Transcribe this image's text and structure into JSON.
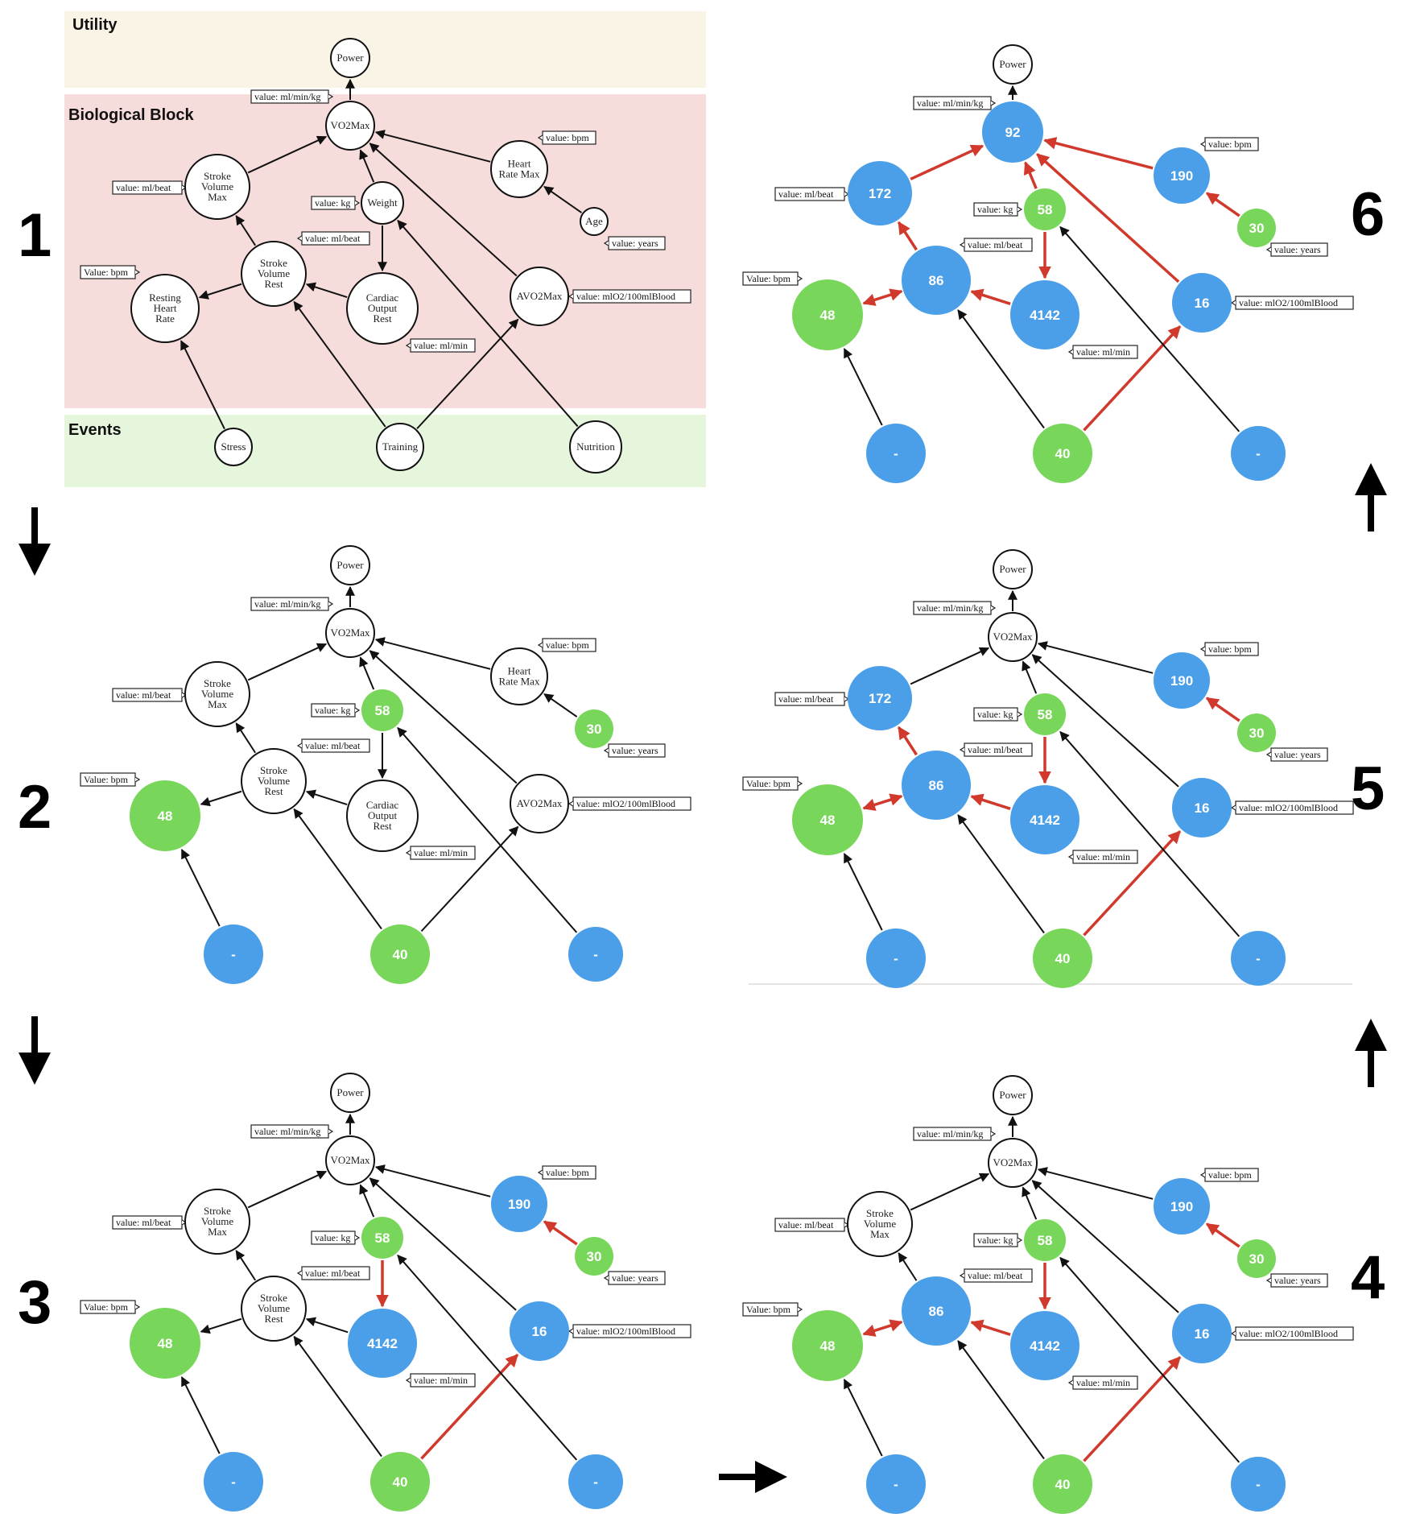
{
  "bands": {
    "utility": "Utility",
    "biological": "Biological Block",
    "events": "Events"
  },
  "colors": {
    "utility_bg": "#faf4e6",
    "bio_bg": "#f7dcdc",
    "events_bg": "#e6f6dd",
    "blue": "#4a9fe8",
    "green": "#78d65a",
    "red_edge": "#d0392c"
  },
  "node_names": {
    "power": "Power",
    "vo2": "VO2Max",
    "svmax": "Stroke Volume Max",
    "hrmax": "Heart Rate Max",
    "weight": "Weight",
    "age": "Age",
    "svrest": "Stroke Volume Rest",
    "rhr": "Resting Heart Rate",
    "cor": "Cardiac Output Rest",
    "avo2": "AVO2Max",
    "stress": "Stress",
    "training": "Training",
    "nutrition": "Nutrition"
  },
  "tags": {
    "vo2": "value: ml/min/kg",
    "svmax": "value: ml/beat",
    "hrmax": "value: bpm",
    "weight": "value: kg",
    "age": "value: years",
    "svrest": "value: ml/beat",
    "rhr": "Value: bpm",
    "cor": "value: ml/min",
    "avo2": "value: mlO2/100mlBlood"
  },
  "steps": [
    {
      "number": "1",
      "values": {}
    },
    {
      "number": "2",
      "values": {
        "weight": "58",
        "age": "30",
        "rhr": "48",
        "stress": "-",
        "training": "40",
        "nutrition": "-"
      }
    },
    {
      "number": "3",
      "values": {
        "weight": "58",
        "age": "30",
        "rhr": "48",
        "stress": "-",
        "training": "40",
        "nutrition": "-",
        "hrmax": "190",
        "cor": "4142",
        "avo2": "16"
      }
    },
    {
      "number": "4",
      "values": {
        "weight": "58",
        "age": "30",
        "rhr": "48",
        "stress": "-",
        "training": "40",
        "nutrition": "-",
        "hrmax": "190",
        "cor": "4142",
        "avo2": "16",
        "svrest": "86"
      }
    },
    {
      "number": "5",
      "values": {
        "weight": "58",
        "age": "30",
        "rhr": "48",
        "stress": "-",
        "training": "40",
        "nutrition": "-",
        "hrmax": "190",
        "cor": "4142",
        "avo2": "16",
        "svrest": "86",
        "svmax": "172"
      }
    },
    {
      "number": "6",
      "values": {
        "weight": "58",
        "age": "30",
        "rhr": "48",
        "stress": "-",
        "training": "40",
        "nutrition": "-",
        "hrmax": "190",
        "cor": "4142",
        "avo2": "16",
        "svrest": "86",
        "svmax": "172",
        "vo2": "92"
      }
    }
  ]
}
